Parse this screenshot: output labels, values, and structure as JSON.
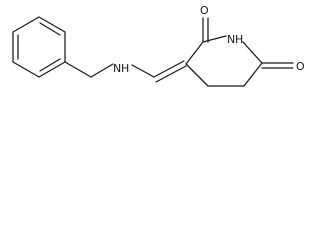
{
  "molecule": {
    "atoms": {
      "amine_n": "N",
      "amine_h": "H",
      "imide_n": "N",
      "imide_h": "H",
      "carbonyl_o_top": "O",
      "carbonyl_o_right": "O"
    },
    "colors": {
      "bond": "#1a1a1a",
      "background": "#ffffff"
    }
  }
}
